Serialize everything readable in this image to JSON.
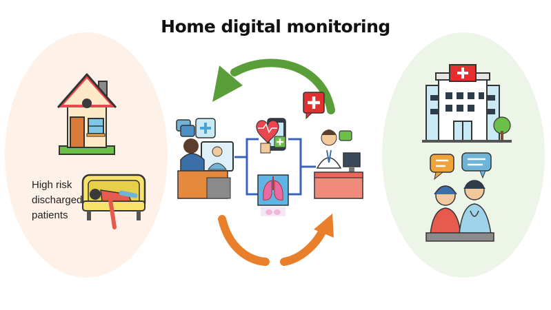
{
  "title": "Home digital monitoring",
  "patient_label": [
    "High risk",
    "discharged",
    "patients"
  ],
  "colors": {
    "left_blob": "#fdf1e8",
    "right_blob": "#edf4e8",
    "top_arrow": "#5a9e3a",
    "bottom_arrow": "#f0802a",
    "connector": "#3a63b8"
  },
  "icons": [
    "house-icon",
    "patient-bed-icon",
    "telemedicine-icon",
    "health-app-phone-icon",
    "lung-scan-icon",
    "doctor-desk-icon",
    "medical-cross-icon",
    "hospital-icon",
    "consultation-icon"
  ]
}
